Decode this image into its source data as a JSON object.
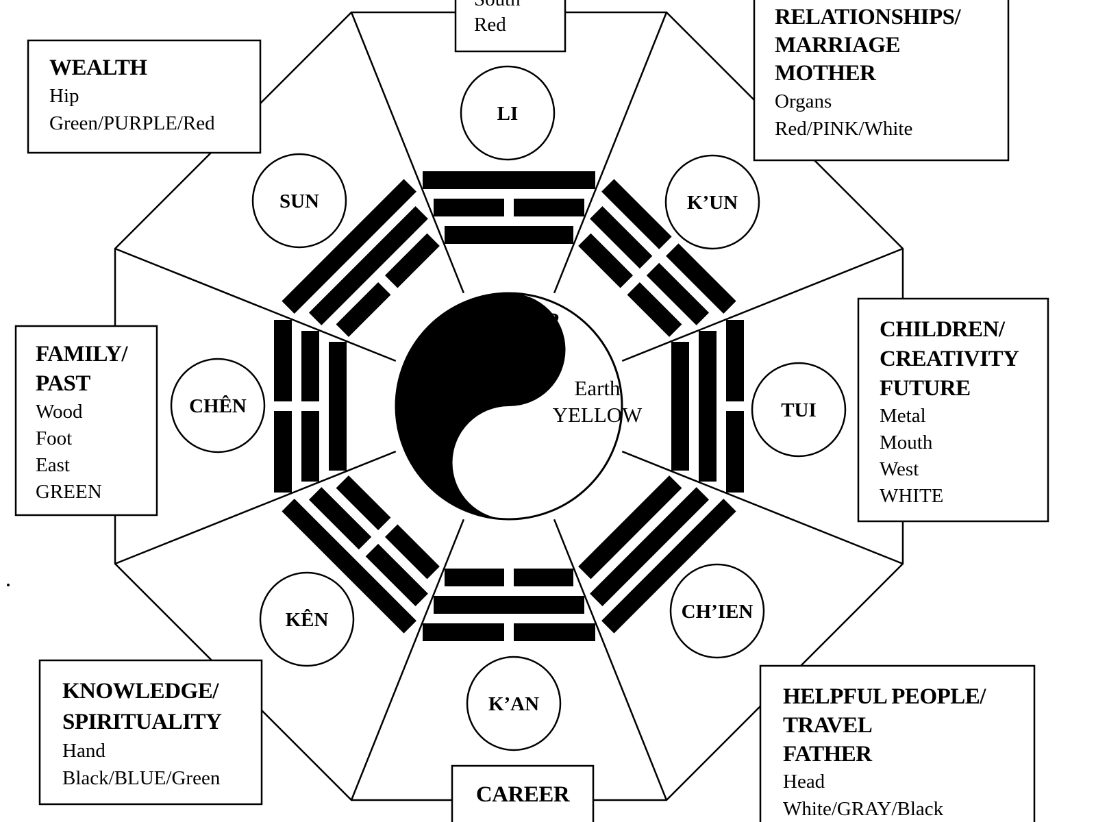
{
  "boxes": {
    "south": {
      "lines": [
        "South",
        "Red"
      ]
    },
    "wealth": {
      "title": [
        "WEALTH"
      ],
      "lines": [
        "Hip",
        "Green/PURPLE/Red"
      ]
    },
    "relationships": {
      "title": [
        "RELATIONSHIPS/",
        "MARRIAGE",
        "MOTHER"
      ],
      "lines": [
        "Organs",
        "Red/PINK/White"
      ]
    },
    "family": {
      "title": [
        "FAMILY/",
        "PAST"
      ],
      "lines": [
        "Wood",
        "Foot",
        "East",
        "GREEN"
      ]
    },
    "children": {
      "title": [
        "CHILDREN/",
        "CREATIVITY",
        "FUTURE"
      ],
      "lines": [
        "Metal",
        "Mouth",
        "West",
        "WHITE"
      ]
    },
    "knowledge": {
      "title": [
        "KNOWLEDGE/",
        "SPIRITUALITY"
      ],
      "lines": [
        "Hand",
        "Black/BLUE/Green"
      ]
    },
    "helpful": {
      "title": [
        "HELPFUL PEOPLE/",
        "TRAVEL",
        "FATHER"
      ],
      "lines": [
        "Head",
        "White/GRAY/Black"
      ]
    },
    "career": {
      "title": [
        "CAREER"
      ],
      "lines": []
    }
  },
  "trigrams": {
    "li": "LI",
    "kun": "K’UN",
    "tui": "TUI",
    "chien": "CH’IEN",
    "kan": "K’AN",
    "ken": "KÊN",
    "chen": "CHÊN",
    "sun": "SUN"
  },
  "center": {
    "title": "CENTER",
    "element": "Earth",
    "color": "YELLOW"
  },
  "colors": {
    "ink": "#000000",
    "paper": "#ffffff"
  }
}
